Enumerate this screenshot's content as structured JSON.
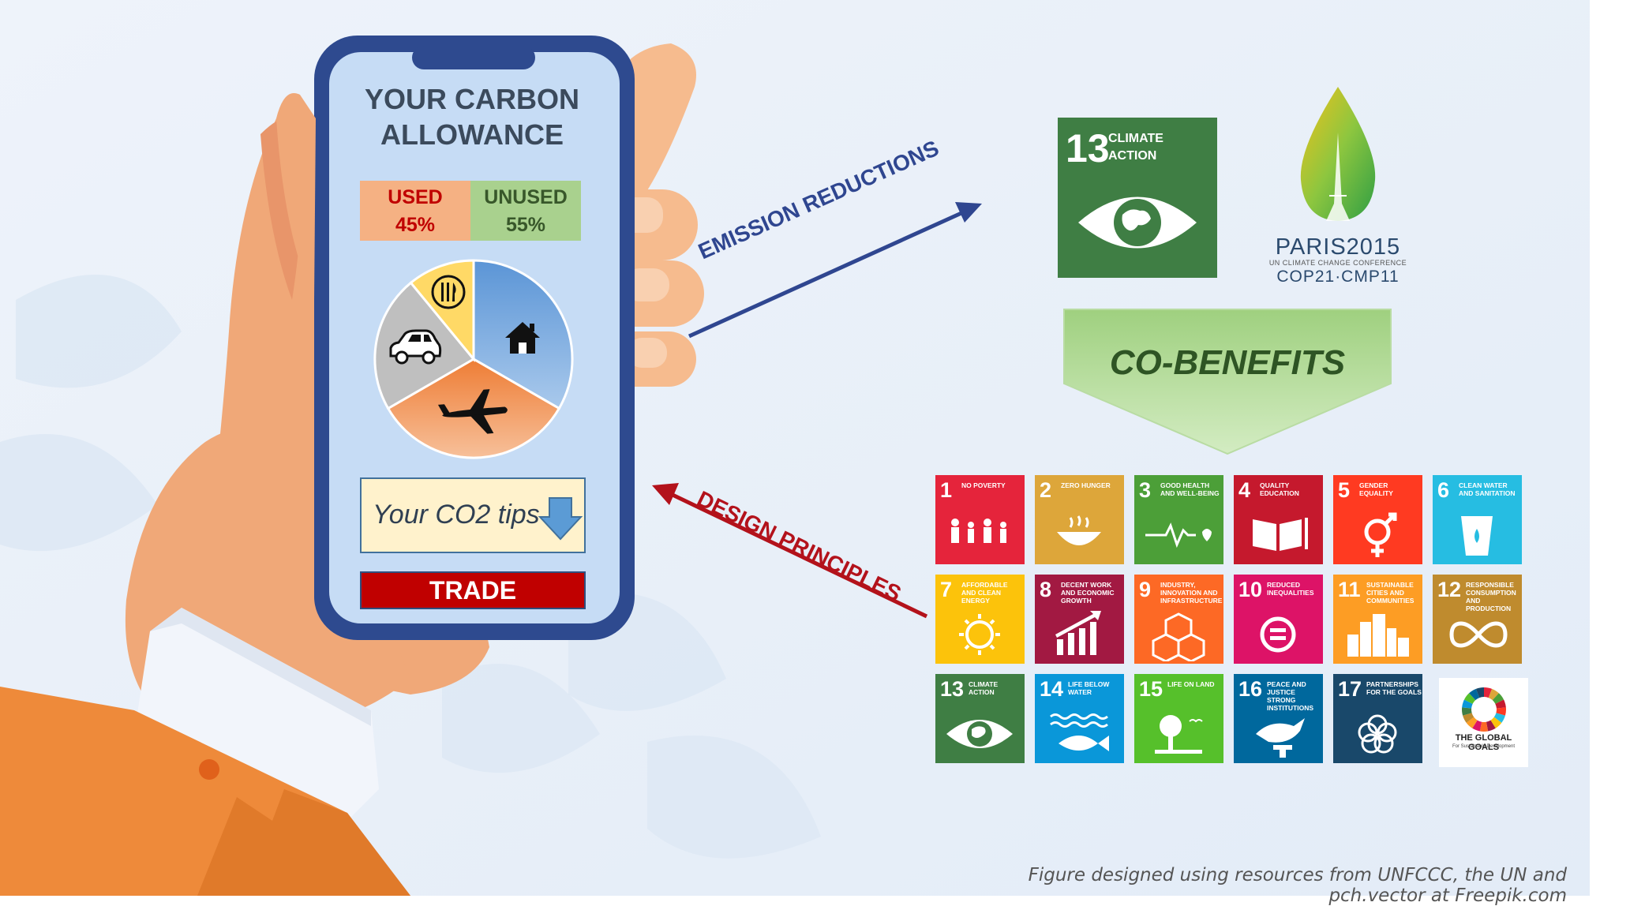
{
  "phone": {
    "title_line1": "YOUR CARBON",
    "title_line2": "ALLOWANCE",
    "used_label": "USED",
    "used_value": "45%",
    "unused_label": "UNUSED",
    "unused_value": "55%",
    "tips_label": "Your CO2 tips",
    "trade_label": "TRADE"
  },
  "arrows": {
    "emission_label": "EMISSION REDUCTIONS",
    "design_label": "DESIGN PRINCIPLES",
    "cobenefits_label": "CO-BENEFITS"
  },
  "sdg13_big": {
    "number": "13",
    "text": "CLIMATE ACTION"
  },
  "paris": {
    "title": "PARIS2015",
    "subtitle": "UN CLIMATE CHANGE CONFERENCE",
    "cop": "COP21·CMP11"
  },
  "sdg_tiles": [
    {
      "number": "1",
      "text": "NO POVERTY",
      "color": "#e5243b",
      "icon": "family-icon"
    },
    {
      "number": "2",
      "text": "ZERO HUNGER",
      "color": "#dda63a",
      "icon": "bowl-icon"
    },
    {
      "number": "3",
      "text": "GOOD HEALTH AND WELL-BEING",
      "color": "#4c9f38",
      "icon": "heartbeat-icon"
    },
    {
      "number": "4",
      "text": "QUALITY EDUCATION",
      "color": "#c5192d",
      "icon": "book-icon"
    },
    {
      "number": "5",
      "text": "GENDER EQUALITY",
      "color": "#ff3a21",
      "icon": "gender-icon"
    },
    {
      "number": "6",
      "text": "CLEAN WATER AND SANITATION",
      "color": "#26bde2",
      "icon": "water-glass-icon"
    },
    {
      "number": "7",
      "text": "AFFORDABLE AND CLEAN ENERGY",
      "color": "#fcc30b",
      "icon": "sun-power-icon"
    },
    {
      "number": "8",
      "text": "DECENT WORK AND ECONOMIC GROWTH",
      "color": "#a21942",
      "icon": "growth-chart-icon"
    },
    {
      "number": "9",
      "text": "INDUSTRY, INNOVATION AND INFRASTRUCTURE",
      "color": "#fd6925",
      "icon": "cubes-icon"
    },
    {
      "number": "10",
      "text": "REDUCED INEQUALITIES",
      "color": "#dd1367",
      "icon": "equality-icon"
    },
    {
      "number": "11",
      "text": "SUSTAINABLE CITIES AND COMMUNITIES",
      "color": "#fd9d24",
      "icon": "city-icon"
    },
    {
      "number": "12",
      "text": "RESPONSIBLE CONSUMPTION AND PRODUCTION",
      "color": "#bf8b2e",
      "icon": "infinity-icon"
    },
    {
      "number": "13",
      "text": "CLIMATE ACTION",
      "color": "#3f7e44",
      "icon": "eye-globe-icon"
    },
    {
      "number": "14",
      "text": "LIFE BELOW WATER",
      "color": "#0a97d9",
      "icon": "fish-icon"
    },
    {
      "number": "15",
      "text": "LIFE ON LAND",
      "color": "#56c02b",
      "icon": "tree-icon"
    },
    {
      "number": "16",
      "text": "PEACE AND JUSTICE STRONG INSTITUTIONS",
      "color": "#00689d",
      "icon": "dove-icon"
    },
    {
      "number": "17",
      "text": "PARTNERSHIPS FOR THE GOALS",
      "color": "#19486a",
      "icon": "rings-icon"
    }
  ],
  "global_goals": {
    "line1": "THE GLOBAL GOALS",
    "line2": "For Sustainable Development"
  },
  "pie": {
    "segments": [
      {
        "name": "home",
        "color": "#6a9fd8",
        "icon": "house-icon"
      },
      {
        "name": "flight",
        "color": "#f08a4b",
        "icon": "airplane-icon"
      },
      {
        "name": "car",
        "color": "#bfbfbf",
        "icon": "car-icon"
      },
      {
        "name": "food",
        "color": "#ffd966",
        "icon": "cutlery-icon"
      }
    ]
  },
  "credit": "Figure designed using resources from UNFCCC, the UN and pch.vector at Freepik.com"
}
